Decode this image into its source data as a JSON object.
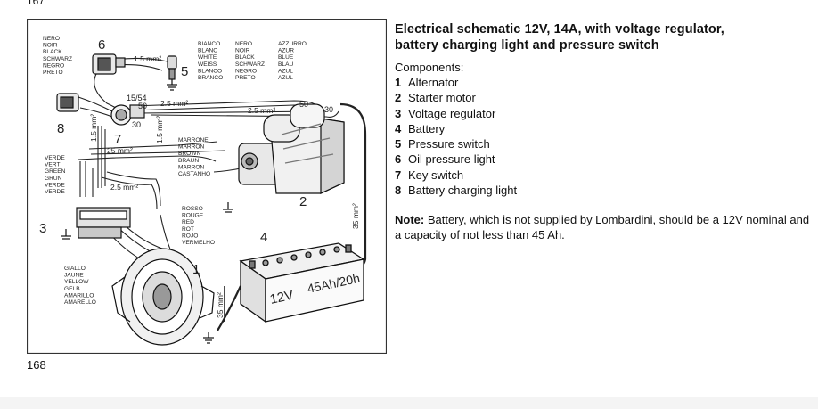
{
  "page": {
    "top_number": "167",
    "bottom_number": "168"
  },
  "schematic": {
    "callouts": [
      "1",
      "2",
      "3",
      "4",
      "5",
      "6",
      "7",
      "8"
    ],
    "terminals": {
      "t15_54": "15/54",
      "t50": "50",
      "t30a": "30",
      "t50b": "50",
      "t30b": "30"
    },
    "wire_sizes": {
      "w1": "1.5 mm²",
      "w2": "2.5 mm²",
      "w3": "2.5 mm²",
      "w4": "1.5 mm²",
      "w5": "1.5 mm²",
      "w6": "25 mm²",
      "w7": "2.5 mm²",
      "w8": "35 mm²",
      "w9": "35 mm²"
    },
    "battery_labels": {
      "voltage": "12V",
      "capacity": "45Ah/20h"
    },
    "colors": {
      "black_white_blue": [
        [
          "BIANCO",
          "NERO",
          "AZZURRO"
        ],
        [
          "BLANC",
          "NOIR",
          "AZUR"
        ],
        [
          "WHITE",
          "BLACK",
          "BLUE"
        ],
        [
          "WEISS",
          "SCHWARZ",
          "BLAU"
        ],
        [
          "BLANCO",
          "NEGRO",
          "AZUL"
        ],
        [
          "BRANCO",
          "PRETO",
          "AZUL"
        ]
      ],
      "black_left": [
        "NERO",
        "NOIR",
        "BLACK",
        "SCHWARZ",
        "NEGRO",
        "PRETO"
      ],
      "brown": [
        "MARRONE",
        "MARRON",
        "BROWN",
        "BRAUN",
        "MARRON",
        "CASTANHO"
      ],
      "green": [
        "VERDE",
        "VERT",
        "GREEN",
        "GRUN",
        "VERDE",
        "VERDE"
      ],
      "red": [
        "ROSSO",
        "ROUGE",
        "RED",
        "ROT",
        "ROJO",
        "VERMELHO"
      ],
      "yellow": [
        "GIALLO",
        "JAUNE",
        "YELLOW",
        "GELB",
        "AMARILLO",
        "AMARELLO"
      ]
    }
  },
  "text": {
    "title_line1": "Electrical schematic 12V, 14A, with voltage regulator,",
    "title_line2": "battery charging light and pressure switch",
    "components_heading": "Components:",
    "components": [
      {
        "num": "1",
        "label": "Alternator"
      },
      {
        "num": "2",
        "label": "Starter motor"
      },
      {
        "num": "3",
        "label": "Voltage regulator"
      },
      {
        "num": "4",
        "label": "Battery"
      },
      {
        "num": "5",
        "label": "Pressure switch"
      },
      {
        "num": "6",
        "label": "Oil pressure light"
      },
      {
        "num": "7",
        "label": "Key switch"
      },
      {
        "num": "8",
        "label": "Battery charging light"
      }
    ],
    "note_label": "Note:",
    "note_body": " Battery, which is not supplied by Lombardini, should be a 12V nominal and a capacity of not less than 45 Ah."
  }
}
